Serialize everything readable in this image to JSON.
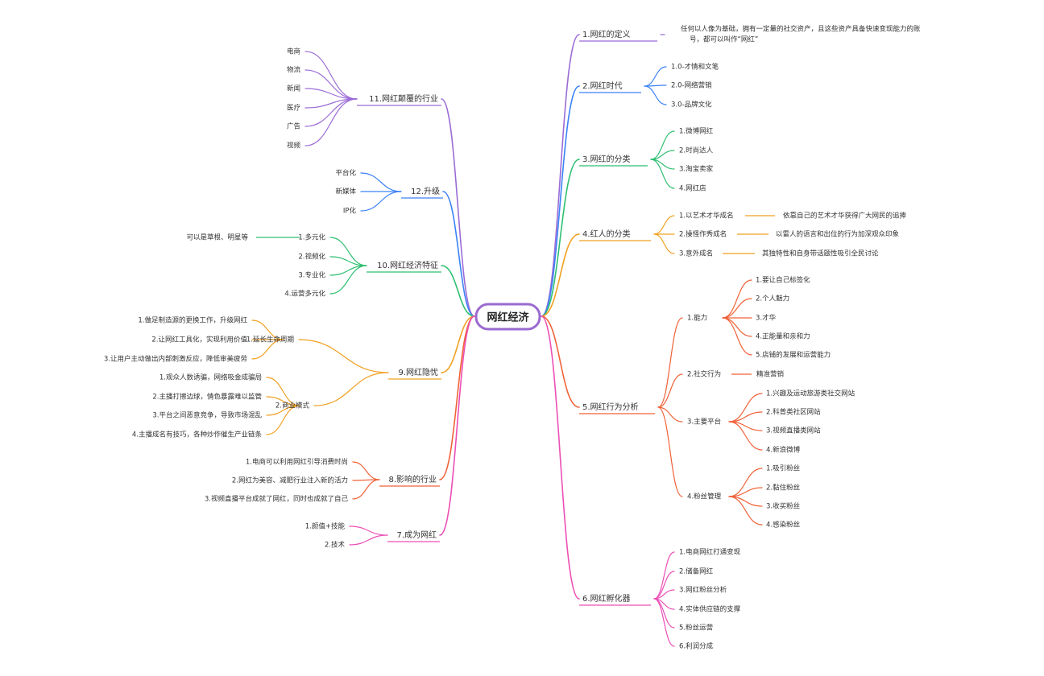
{
  "root": "网红经济",
  "colors": {
    "b1": "#9b6bd6",
    "b2": "#3b82f6",
    "b3": "#2fbf71",
    "b4": "#f0a020",
    "b5": "#f06238",
    "b6": "#ec4fb5",
    "b7": "#ec4fb5",
    "b8": "#f06238",
    "b9": "#f0a020",
    "b10": "#2fbf71",
    "b12": "#3b82f6",
    "b11": "#9b6bd6"
  },
  "branches": [
    {
      "id": "b1",
      "label": "1.网红的定义",
      "side": "right",
      "children": [
        {
          "label": "任何以人像为基础，拥有一定量的社交资产，且这些资产具备快速变现能力的账",
          "label2": "号，都可以叫作“网红”"
        }
      ]
    },
    {
      "id": "b2",
      "label": "2.网红时代",
      "side": "right",
      "children": [
        {
          "label": "1.0-才情和文笔"
        },
        {
          "label": "2.0-网络营销"
        },
        {
          "label": "3.0-品牌文化"
        }
      ]
    },
    {
      "id": "b3",
      "label": "3.网红的分类",
      "side": "right",
      "children": [
        {
          "label": "1.微博网红"
        },
        {
          "label": "2.时尚达人"
        },
        {
          "label": "3.淘宝卖家"
        },
        {
          "label": "4.网红店"
        }
      ]
    },
    {
      "id": "b4",
      "label": "4.红人的分类",
      "side": "right",
      "children": [
        {
          "label": "1.以艺术才华成名",
          "detail": "依靠自己的艺术才华获得广大网民的追捧"
        },
        {
          "label": "2.操怪作秀成名",
          "detail": "以雷人的语言和出位的行为加深观众印象"
        },
        {
          "label": "3.意外成名",
          "detail": "其独特性和自身带话题性吸引全民讨论"
        }
      ]
    },
    {
      "id": "b5",
      "label": "5.网红行为分析",
      "side": "right",
      "children": [
        {
          "label": "1.能力",
          "children": [
            "1.要让自己标签化",
            "2.个人魅力",
            "3.才华",
            "4.正能量和亲和力",
            "5.店铺的发展和运营能力"
          ]
        },
        {
          "label": "2.社交行为",
          "children": [
            "精准营销"
          ]
        },
        {
          "label": "3.主要平台",
          "children": [
            "1.兴趣及运动旅游类社交网站",
            "2.科普类社区网站",
            "3.视频直播类网站",
            "4.新浪微博"
          ]
        },
        {
          "label": "4.粉丝管理",
          "children": [
            "1.吸引粉丝",
            "2.黏住粉丝",
            "3.收买粉丝",
            "4.感染粉丝"
          ]
        }
      ]
    },
    {
      "id": "b6",
      "label": "6.网红孵化器",
      "side": "right",
      "children": [
        {
          "label": "1.电商网红打通变现"
        },
        {
          "label": "2.储备网红"
        },
        {
          "label": "3.网红粉丝分析"
        },
        {
          "label": "4.实体供应链的支撑"
        },
        {
          "label": "5.粉丝运营"
        },
        {
          "label": "6.利润分成"
        }
      ]
    },
    {
      "id": "b11",
      "label": "11.网红颠覆的行业",
      "side": "left",
      "children": [
        {
          "label": "电商"
        },
        {
          "label": "物流"
        },
        {
          "label": "新闻"
        },
        {
          "label": "医疗"
        },
        {
          "label": "广告"
        },
        {
          "label": "视频"
        }
      ]
    },
    {
      "id": "b12",
      "label": "12.升级",
      "side": "left",
      "children": [
        {
          "label": "平台化"
        },
        {
          "label": "新媒体"
        },
        {
          "label": "IP化"
        }
      ]
    },
    {
      "id": "b10",
      "label": "10.网红经济特征",
      "side": "left",
      "children": [
        {
          "label": "1.多元化",
          "detail": "可以是草根、明星等"
        },
        {
          "label": "2.视频化"
        },
        {
          "label": "3.专业化"
        },
        {
          "label": "4.运营多元化"
        }
      ]
    },
    {
      "id": "b9",
      "label": "9.网红隐忧",
      "side": "left",
      "children": [
        {
          "label": "1.延长生命周期",
          "children": [
            "1.做足制造源的更换工作，升级网红",
            "2.让网红工具化，实现利用价值",
            "3.让用户主动做出内部刺激反应，降低审美疲劳"
          ]
        },
        {
          "label": "2.商业模式",
          "children": [
            "1.观众人数诱骗，网络吸金成骗局",
            "2.主播打擦边球，情色暴露难以监管",
            "3.平台之间恶意竞争，导致市场混乱",
            "4.主播成名有技巧，各种炒作催生产业链条"
          ]
        }
      ]
    },
    {
      "id": "b8",
      "label": "8.影响的行业",
      "side": "left",
      "children": [
        {
          "label": "1.电商可以利用网红引导消费时尚"
        },
        {
          "label": "2.网红为美容、减肥行业注入新的活力"
        },
        {
          "label": "3.视频直播平台成就了网红，同时也成就了自己"
        }
      ]
    },
    {
      "id": "b7",
      "label": "7.成为网红",
      "side": "left",
      "children": [
        {
          "label": "1.颜值+技能"
        },
        {
          "label": "2.技术"
        }
      ]
    }
  ]
}
